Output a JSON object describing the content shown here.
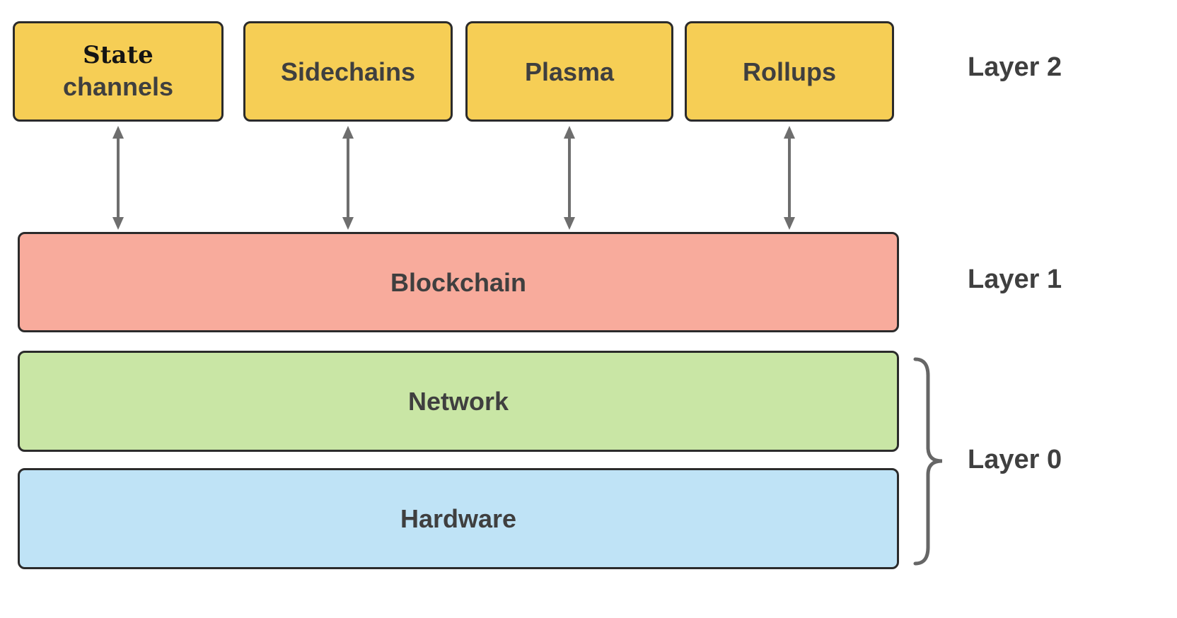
{
  "diagram": {
    "layer2_label": "Layer 2",
    "layer1_label": "Layer 1",
    "layer0_label": "Layer 0",
    "layer2_boxes": {
      "state_channels": {
        "line1": "State",
        "line2": "channels"
      },
      "sidechains": "Sidechains",
      "plasma": "Plasma",
      "rollups": "Rollups"
    },
    "layer1_box": "Blockchain",
    "layer0_boxes": {
      "network": "Network",
      "hardware": "Hardware"
    },
    "colors": {
      "layer2_box": "#F6CE55",
      "layer1_box": "#F8AB9C",
      "network_box": "#C9E6A5",
      "hardware_box": "#BFE3F6",
      "box_border": "#2b2b2b",
      "box_text": "#3f3f3f",
      "label_text": "#3f3f3f",
      "arrow": "#6e6e6e",
      "brace": "#666666"
    }
  }
}
